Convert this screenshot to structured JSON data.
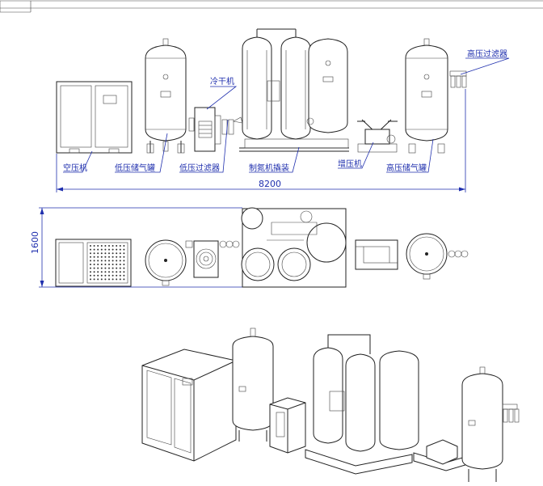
{
  "labels": {
    "air_compressor": "空压机",
    "refrigerated_dryer": "冷干机",
    "low_pressure_tank": "低压储气罐",
    "low_pressure_filter": "低压过滤器",
    "nitrogen_skid": "制氮机撬装",
    "booster": "增压机",
    "high_pressure_tank": "高压储气罐",
    "high_pressure_filter": "高压过滤器"
  },
  "dimensions": {
    "total_length": "8200",
    "total_width": "1600"
  }
}
